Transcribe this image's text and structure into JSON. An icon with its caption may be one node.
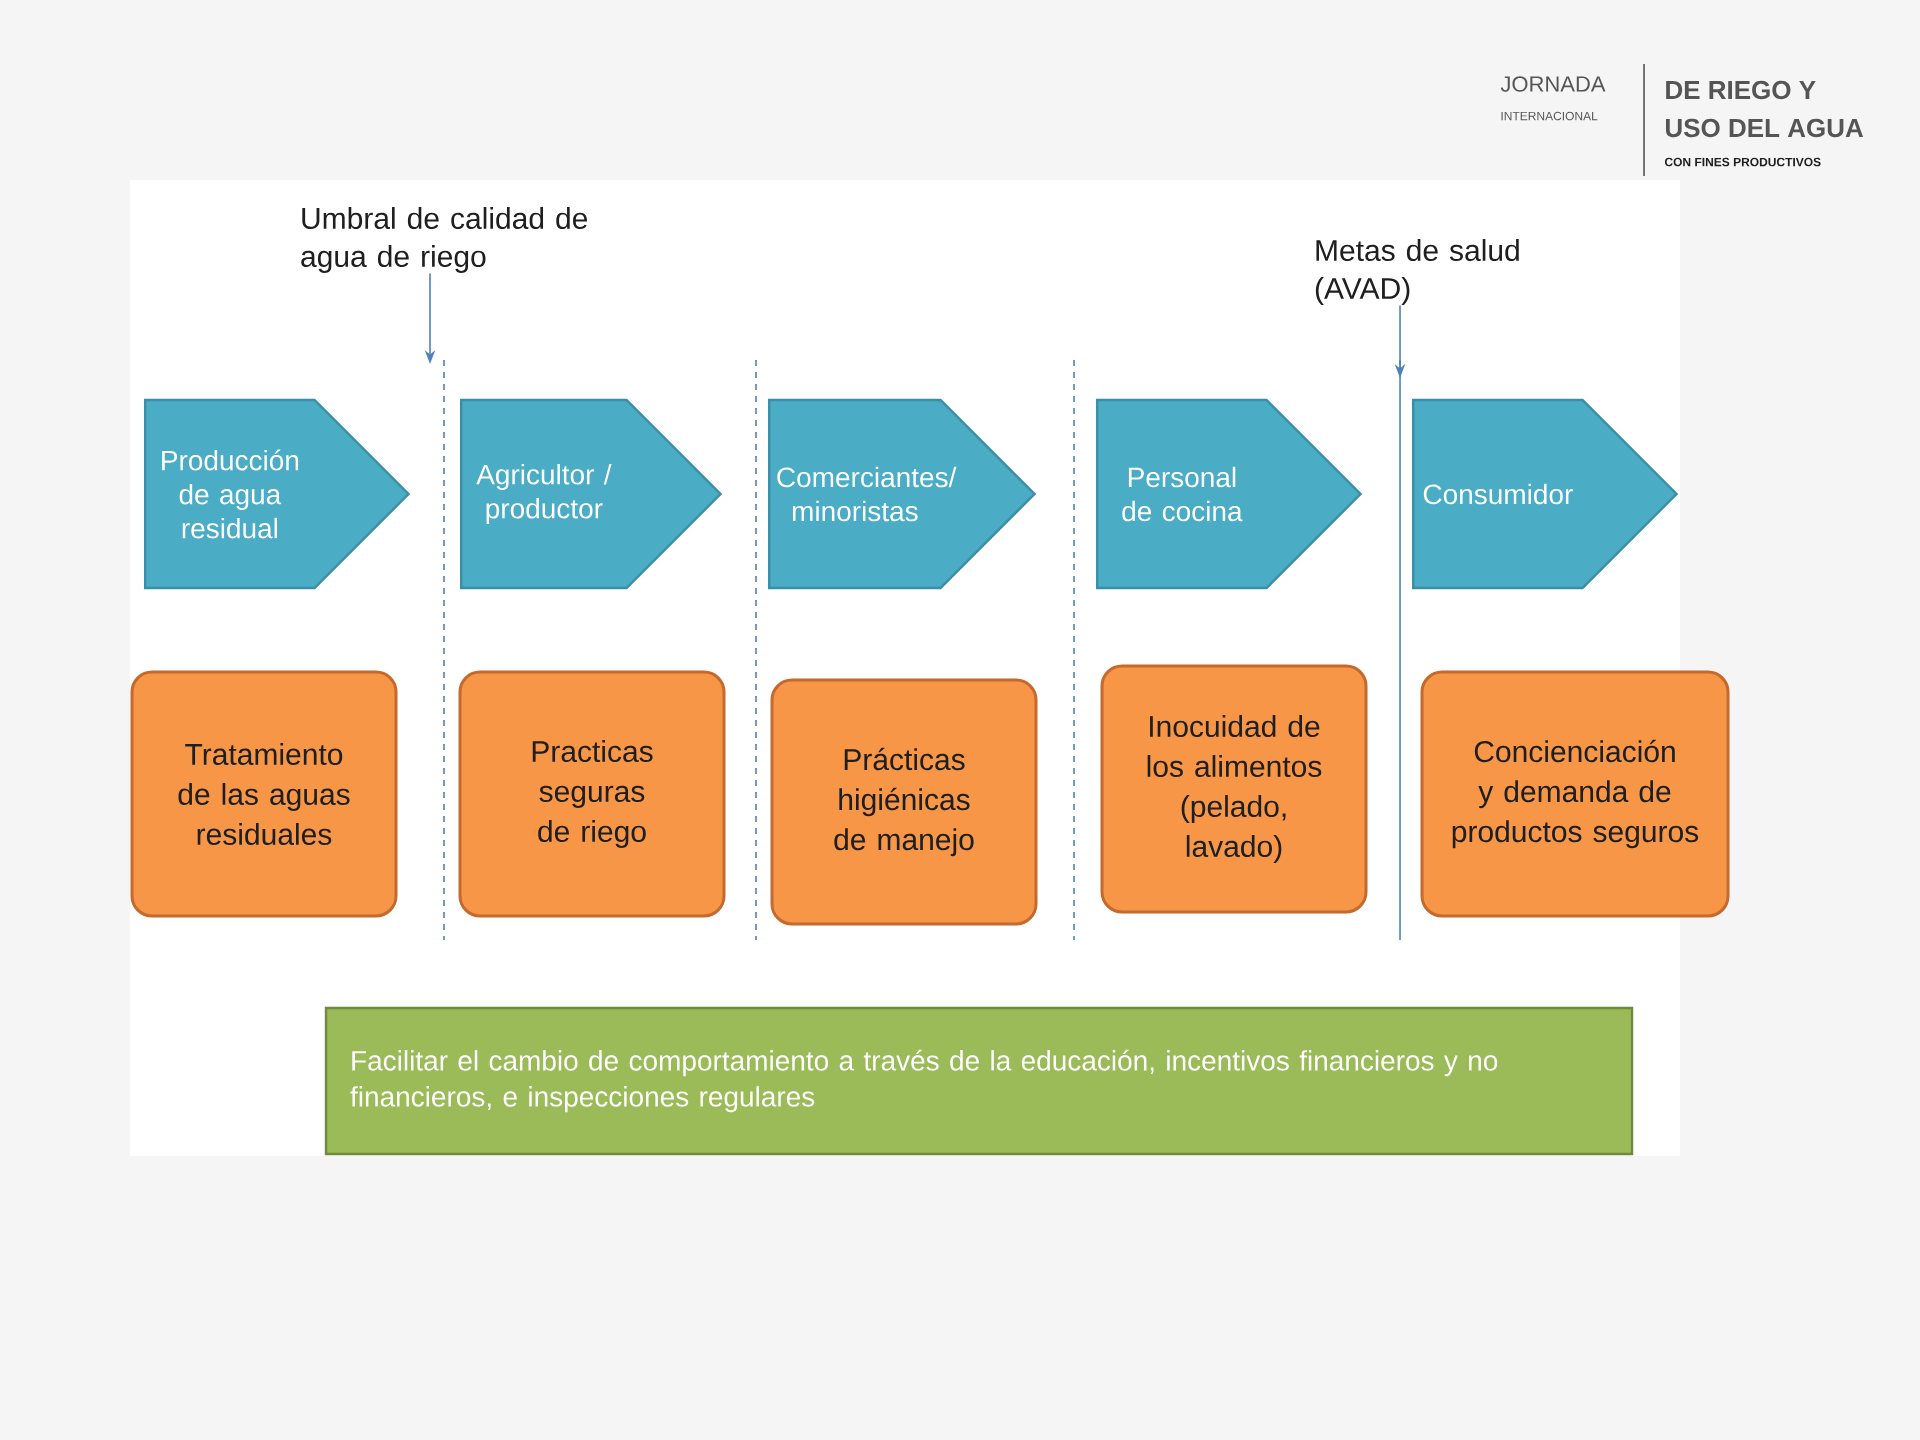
{
  "diagram": {
    "nodes": [
      {
        "text": [
          "Producción de agua residual"
        ]
      },
      {
        "text": [
          "Agricultor / productor"
        ]
      },
      {
        "text": [
          "Comerciantes/ minoristas"
        ]
      },
      {
        "text": [
          "Personal de cocina"
        ]
      },
      {
        "text": [
          "Consumidor"
        ]
      },
      {
        "text": [
          "Tratamiento de las aguas residuales"
        ]
      },
      {
        "text": [
          "Practicas seguras de riego"
        ]
      },
      {
        "text": [
          "Prácticas higiénicas de manejo"
        ]
      },
      {
        "text": [
          "Inocuidad de los alimentos (pelado, lavado)"
        ]
      },
      {
        "text": [
          "Concienciación y demanda de productos seguros"
        ]
      },
      {
        "text": [
          "Facilitar el cambio de comportamiento a través de la educación, incentivos financieros y no financieros, e inspecciones regulares"
        ]
      },
      {
        "text": [
          "Umbral de calidad de agua de riego"
        ]
      },
      {
        "text": [
          "Metas de salud (AVAD)"
        ]
      }
    ],
    "edges": [
      {
        "from": 11,
        "to": null,
        "arrow": "to"
      },
      {
        "from": 12,
        "to": null,
        "arrow": "to"
      }
    ],
    "labels": [
      "JORNADA",
      "INTERNACIONAL",
      "DE RIEGO Y",
      "USO DEL AGUA",
      "CON FINES PRODUCTIVOS"
    ]
  }
}
